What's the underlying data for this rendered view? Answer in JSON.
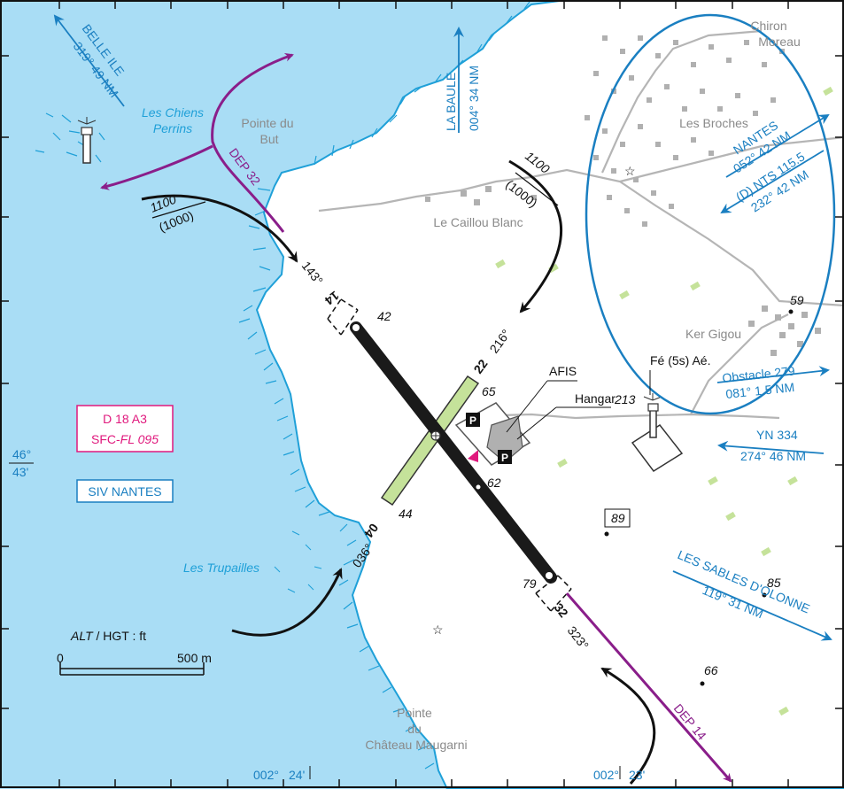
{
  "colors": {
    "sea": "#a9ddf5",
    "land": "#ffffff",
    "coast": "#1fa0d8",
    "route_departure": "#8a1e8a",
    "route_arrival": "#111111",
    "nav_info": "#1a7fc1",
    "restricted_area": "#e0197d",
    "runway": "#1a1a1a",
    "grass_strip": "#c5e29a",
    "buildings": "#b0b0b0",
    "roads": "#b5b5b5"
  },
  "labels": {
    "belle_ile": "BELLE ILE",
    "belle_ile_brg": "319° 49 NM",
    "la_baule": "LA BAULE",
    "la_baule_brg": "004° 34 NM",
    "chiron_moreau_1": "Chiron",
    "chiron_moreau_2": "Moreau",
    "les_chiens_perrins_1": "Les Chiens",
    "les_chiens_perrins_2": "Perrins",
    "pointe_du_but_1": "Pointe du",
    "pointe_du_but_2": "But",
    "les_broches": "Les Broches",
    "nantes": "NANTES",
    "nantes_brg": "052° 42 NM",
    "nts": "(D) NTS 115.5",
    "nts_brg": "232° 42 NM",
    "le_caillou_blanc": "Le Caillou Blanc",
    "dep_32": "DEP 32",
    "alt_1100_w": "1100",
    "hgt_1000_w": "(1000)",
    "alt_1100_e": "1100",
    "hgt_1000_e": "(1000)",
    "hdg_143": "143°",
    "rwy_14": "14",
    "elev_42": "42",
    "hdg_216": "216°",
    "rwy_22": "22",
    "elev_65": "65",
    "afis": "AFIS",
    "hangar": "Hangar",
    "elev_213": "213",
    "light_fe": "Fé (5s) Aé.",
    "ker_gigou": "Ker Gigou",
    "elev_59": "59",
    "obstacle_279": "Obstacle 279",
    "obstacle_brg": "081° 1.5 NM",
    "yn_334": "YN 334",
    "yn_brg": "274° 46 NM",
    "d18_1": "D 18 A3",
    "d18_2a": "SFC-",
    "d18_2b": "FL 095",
    "siv_nantes": "SIV NANTES",
    "lat_46": "46°",
    "lat_43": "43'",
    "elev_62": "62",
    "elev_44": "44",
    "rwy_04": "04",
    "hdg_036": "036°",
    "spot_89": "89",
    "les_trupailles": "Les Trupailles",
    "elev_79": "79",
    "rwy_32": "32",
    "hdg_323": "323°",
    "les_sables": "LES SABLES D'OLONNE",
    "les_sables_brg": "119° 31 NM",
    "elev_85": "85",
    "elev_66": "66",
    "dep_14": "DEP 14",
    "pointe_chateau_1": "Pointe",
    "pointe_chateau_2": "du",
    "pointe_chateau_3": "Château Maugarni",
    "alt_hgt_a": "ALT",
    "alt_hgt_b": " / HGT : ft",
    "scale_0": "0",
    "scale_500": "500 m",
    "lon_002_24a": "002°",
    "lon_002_24b": "24'",
    "lon_002_23a": "002°",
    "lon_002_23b": "23'",
    "parking": "P"
  }
}
